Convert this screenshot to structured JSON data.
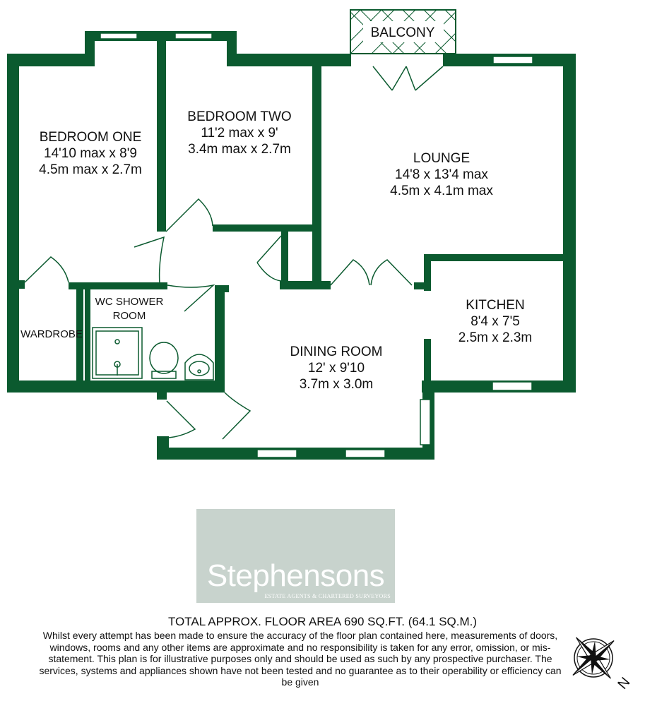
{
  "colors": {
    "wall": "#0b5a2f",
    "logo_bg": "#c8d3cd"
  },
  "rooms": {
    "bedroom_one": {
      "name": "BEDROOM ONE",
      "imperial": "14'10 max x 8'9",
      "metric": "4.5m max x 2.7m"
    },
    "bedroom_two": {
      "name": "BEDROOM TWO",
      "imperial": "11'2 max x 9'",
      "metric": "3.4m max x 2.7m"
    },
    "lounge": {
      "name": "LOUNGE",
      "imperial": "14'8 x 13'4 max",
      "metric": "4.5m x 4.1m max"
    },
    "kitchen": {
      "name": "KITCHEN",
      "imperial": "8'4 x 7'5",
      "metric": "2.5m x 2.3m"
    },
    "dining_room": {
      "name": "DINING ROOM",
      "imperial": "12' x 9'10",
      "metric": "3.7m x 3.0m"
    },
    "wc_shower": {
      "line1": "WC SHOWER",
      "line2": "ROOM"
    },
    "wardrobe": {
      "name": "WARDROBE"
    },
    "balcony": {
      "name": "BALCONY"
    }
  },
  "logo": {
    "name": "Stephensons",
    "tagline": "ESTATE AGENTS & CHARTERED SURVEYORS"
  },
  "total_area": "TOTAL APPROX. FLOOR AREA 690 SQ.FT. (64.1 SQ.M.)",
  "disclaimer": "Whilst every attempt has been made to ensure the accuracy of the floor plan contained here, measurements of doors, windows, rooms and any other items are approximate and no responsibility is taken for any error, omission, or mis-statement. This plan is for illustrative purposes only and should be used as such by any prospective purchaser. The services, systems and appliances shown have not been tested and no guarantee as to their operability or efficiency can be given",
  "compass": {
    "icon": "compass-rose-icon",
    "direction": "N"
  }
}
